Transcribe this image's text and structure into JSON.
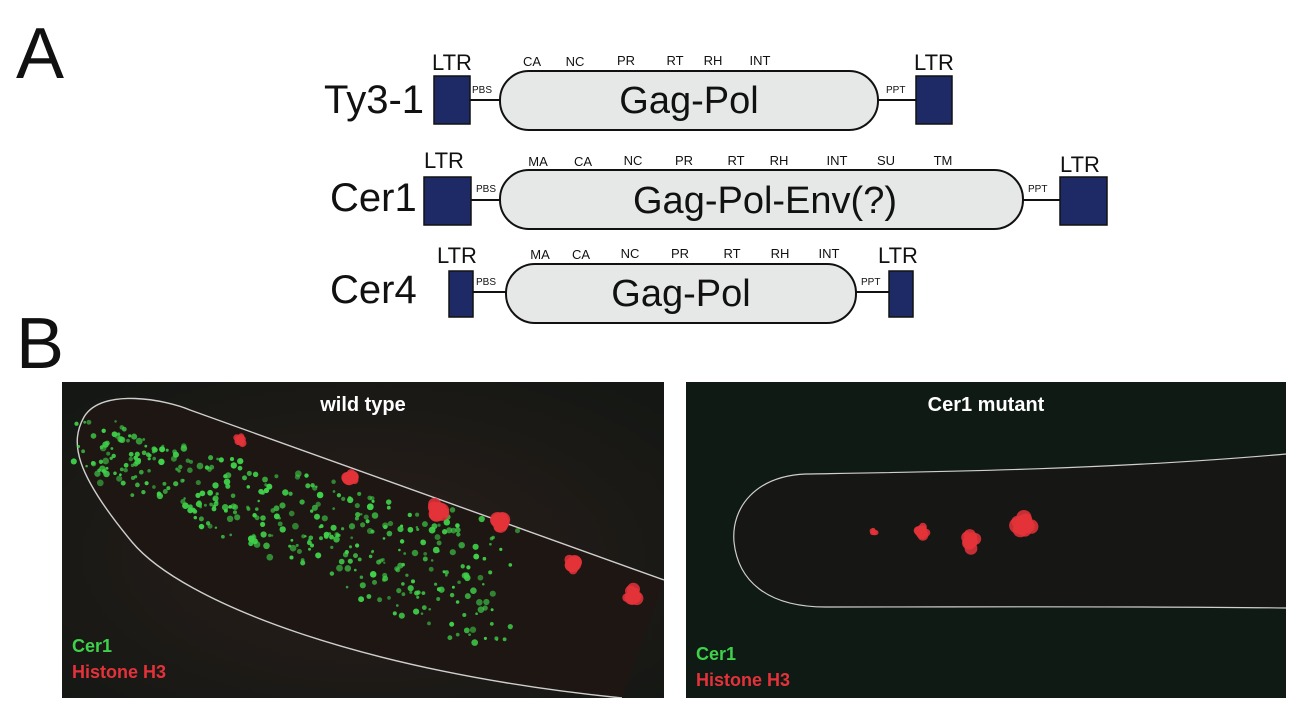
{
  "panel_a": {
    "letter": "A",
    "elements": [
      {
        "name": "Ty3-1",
        "left_ltr": "LTR",
        "right_ltr": "LTR",
        "left_site": "PBS",
        "right_site": "PPT",
        "body": "Gag-Pol",
        "domains": [
          "CA",
          "NC",
          "PR",
          "RT",
          "RH",
          "INT"
        ]
      },
      {
        "name": "Cer1",
        "left_ltr": "LTR",
        "right_ltr": "LTR",
        "left_site": "PBS",
        "right_site": "PPT",
        "body": "Gag-Pol-Env(?)",
        "domains": [
          "MA",
          "CA",
          "NC",
          "PR",
          "RT",
          "RH",
          "INT",
          "SU",
          "TM"
        ]
      },
      {
        "name": "Cer4",
        "left_ltr": "LTR",
        "right_ltr": "LTR",
        "left_site": "PBS",
        "right_site": "PPT",
        "body": "Gag-Pol",
        "domains": [
          "MA",
          "CA",
          "NC",
          "PR",
          "RT",
          "RH",
          "INT"
        ]
      }
    ]
  },
  "panel_b": {
    "letter": "B",
    "images": [
      {
        "title": "wild type",
        "legend_green": "Cer1",
        "legend_red": "Histone H3"
      },
      {
        "title": "Cer1 mutant",
        "legend_green": "Cer1",
        "legend_red": "Histone H3"
      }
    ]
  },
  "colors": {
    "ltr_fill": "#1e2a66",
    "body_fill": "#e6e8e7",
    "green_signal": "#3fd14a",
    "red_signal": "#e4323a",
    "micrograph_bg": "#141714"
  }
}
